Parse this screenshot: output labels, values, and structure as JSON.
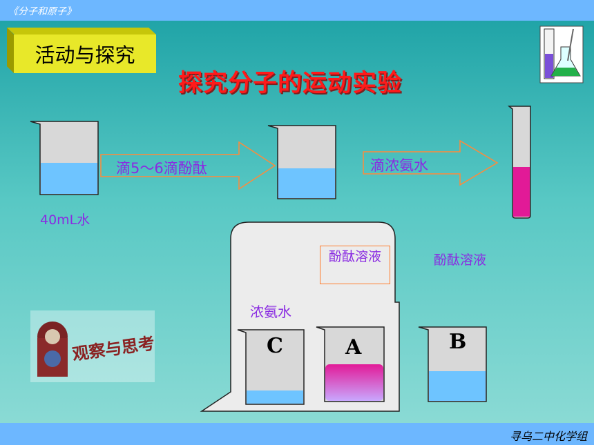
{
  "header": {
    "title": "《分子和原子》"
  },
  "footer": {
    "text": "寻乌二中化学组"
  },
  "badge": {
    "label": "活动与探究"
  },
  "slide_title": "探究分子的运动实验",
  "steps": {
    "water_label": "40mL水",
    "arrow1_label": "滴5～6滴酚酞",
    "arrow2_label": "滴浓氨水"
  },
  "experiment": {
    "ammonia_label": "浓氨水",
    "inner_phenol_label": "酚酞溶液",
    "outer_phenol_label": "酚酞溶液",
    "beaker_c": "C",
    "beaker_a": "A",
    "beaker_b": "B"
  },
  "colors": {
    "liquid": "#6ec4ff",
    "pink": "#e21a97",
    "title_red": "#ff1a1a",
    "label_purple": "#8a2be2"
  }
}
